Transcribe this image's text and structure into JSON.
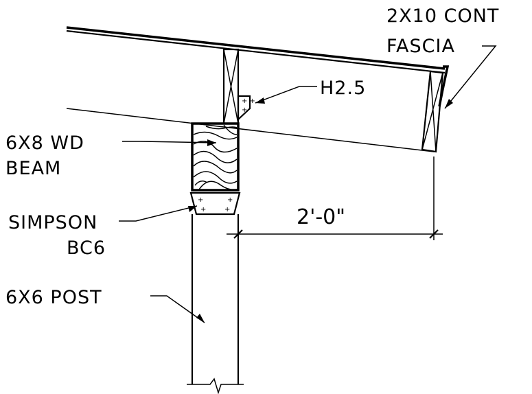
{
  "labels": {
    "fascia_line1": "2X10 CONT",
    "fascia_line2": "FASCIA",
    "tie": "H2.5",
    "beam_line1": "6X8 WD",
    "beam_line2": "BEAM",
    "connector_line1": "SIMPSON",
    "connector_line2": "BC6",
    "post": "6X6 POST",
    "overhang_dim": "2'-0\""
  }
}
